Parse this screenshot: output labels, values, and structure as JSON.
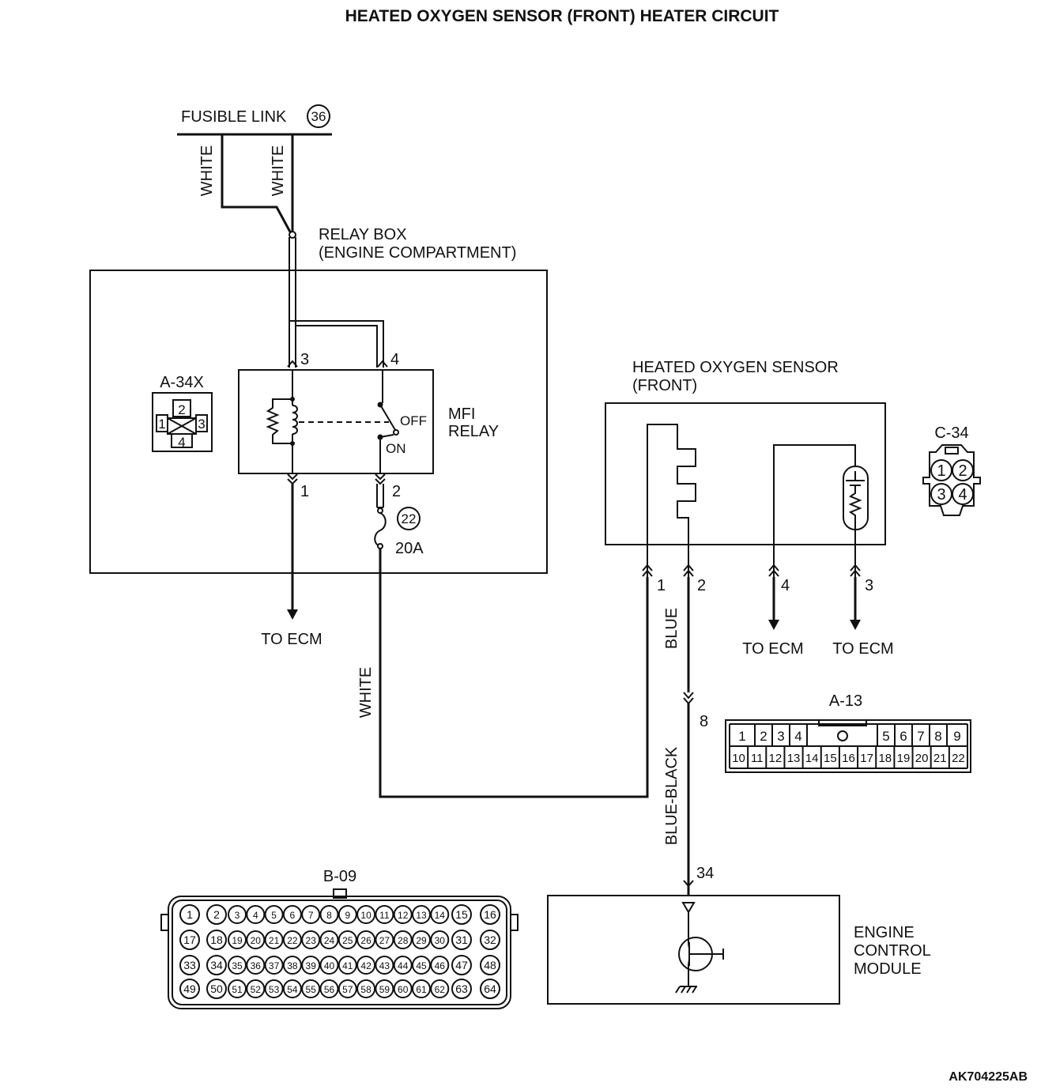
{
  "title": "HEATED OXYGEN SENSOR (FRONT) HEATER CIRCUIT",
  "figure_id": "AK704225AB",
  "fusible_link": {
    "label": "FUSIBLE LINK",
    "number": "36"
  },
  "wires": {
    "white_left": "WHITE",
    "white_right": "WHITE",
    "white_lower": "WHITE",
    "blue": "BLUE",
    "blue_black": "BLUE-BLACK"
  },
  "relay_box": {
    "line1": "RELAY BOX",
    "line2": "(ENGINE COMPARTMENT)",
    "pins": [
      "3",
      "4",
      "1",
      "2"
    ],
    "fuse_number": "22",
    "fuse_rating": "20A",
    "to_ecm": "TO ECM"
  },
  "mfi_relay": {
    "line1": "MFI",
    "line2": "RELAY",
    "off": "OFF",
    "on": "ON"
  },
  "connector_a34x": {
    "id": "A-34X",
    "pins": [
      "2",
      "1",
      "3",
      "4"
    ]
  },
  "sensor": {
    "line1": "HEATED OXYGEN SENSOR",
    "line2": "(FRONT)",
    "pins": [
      "1",
      "2",
      "4",
      "3"
    ],
    "to_ecm_1": "TO ECM",
    "to_ecm_2": "TO ECM"
  },
  "connector_c34": {
    "id": "C-34",
    "pins": [
      "1",
      "2",
      "3",
      "4"
    ]
  },
  "connector_a13": {
    "id": "A-13",
    "top_pins": [
      "1",
      "2",
      "3",
      "4",
      "5",
      "6",
      "7",
      "8",
      "9"
    ],
    "bottom_pins": [
      "10",
      "11",
      "12",
      "13",
      "14",
      "15",
      "16",
      "17",
      "18",
      "19",
      "20",
      "21",
      "22"
    ]
  },
  "junction_pins": {
    "a13_pin": "8",
    "ecm_pin": "34"
  },
  "connector_b09": {
    "id": "B-09",
    "rows": [
      [
        "1",
        "2",
        "3",
        "4",
        "5",
        "6",
        "7",
        "8",
        "9",
        "10",
        "11",
        "12",
        "13",
        "14",
        "15",
        "16"
      ],
      [
        "17",
        "18",
        "19",
        "20",
        "21",
        "22",
        "23",
        "24",
        "25",
        "26",
        "27",
        "28",
        "29",
        "30",
        "31",
        "32"
      ],
      [
        "33",
        "34",
        "35",
        "36",
        "37",
        "38",
        "39",
        "40",
        "41",
        "42",
        "43",
        "44",
        "45",
        "46",
        "47",
        "48"
      ],
      [
        "49",
        "50",
        "51",
        "52",
        "53",
        "54",
        "55",
        "56",
        "57",
        "58",
        "59",
        "60",
        "61",
        "62",
        "63",
        "64"
      ]
    ]
  },
  "ecm": {
    "line1": "ENGINE",
    "line2": "CONTROL",
    "line3": "MODULE"
  }
}
